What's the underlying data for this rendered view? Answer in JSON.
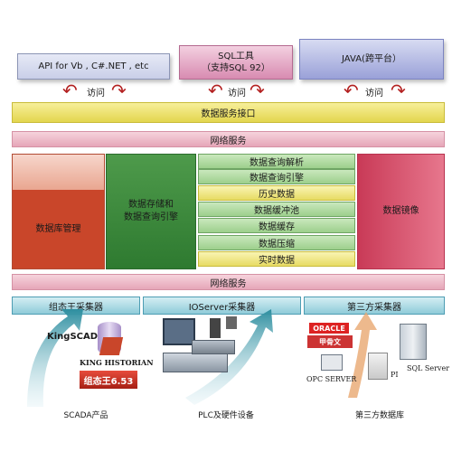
{
  "clients": {
    "api": "API for Vb , C#.NET , etc",
    "sql_line1": "SQL工具",
    "sql_line2": "（支持SQL 92）",
    "java": "JAVA(跨平台）"
  },
  "visit_label": "访问",
  "data_service_interface": "数据服务接口",
  "network_service_top": "网络服务",
  "network_service_bottom": "网络服务",
  "modules": {
    "db_management": "数据库管理",
    "storage_engine_line1": "数据存储和",
    "storage_engine_line2": "数据查询引擎",
    "db_mirror": "数据镜像"
  },
  "stack_items": [
    "数据查询解析",
    "数据查询引擎",
    "历史数据",
    "数据缓冲池",
    "数据缓存",
    "数据压缩",
    "实时数据"
  ],
  "collectors": {
    "configking": "组态王采集器",
    "ioserver": "IOServer采集器",
    "thirdparty": "第三方采集器"
  },
  "products": {
    "kingscada": "KingSCADA",
    "king_historian": "KING HISTORIAN",
    "configking_logo": "组态王6.53",
    "oracle": "ORACLE",
    "opc_server": "OPC SERVER",
    "pi": "PI",
    "sql_server": "SQL Server"
  },
  "bottom_labels": {
    "scada": "SCADA产品",
    "plc": "PLC及硬件设备",
    "thirdparty_db": "第三方数据库"
  },
  "colors": {
    "db_management": "#c9462a",
    "storage_engine": "#3f8a3e",
    "db_mirror": "#d64f6a",
    "accent_green": "#2f8fa0"
  }
}
